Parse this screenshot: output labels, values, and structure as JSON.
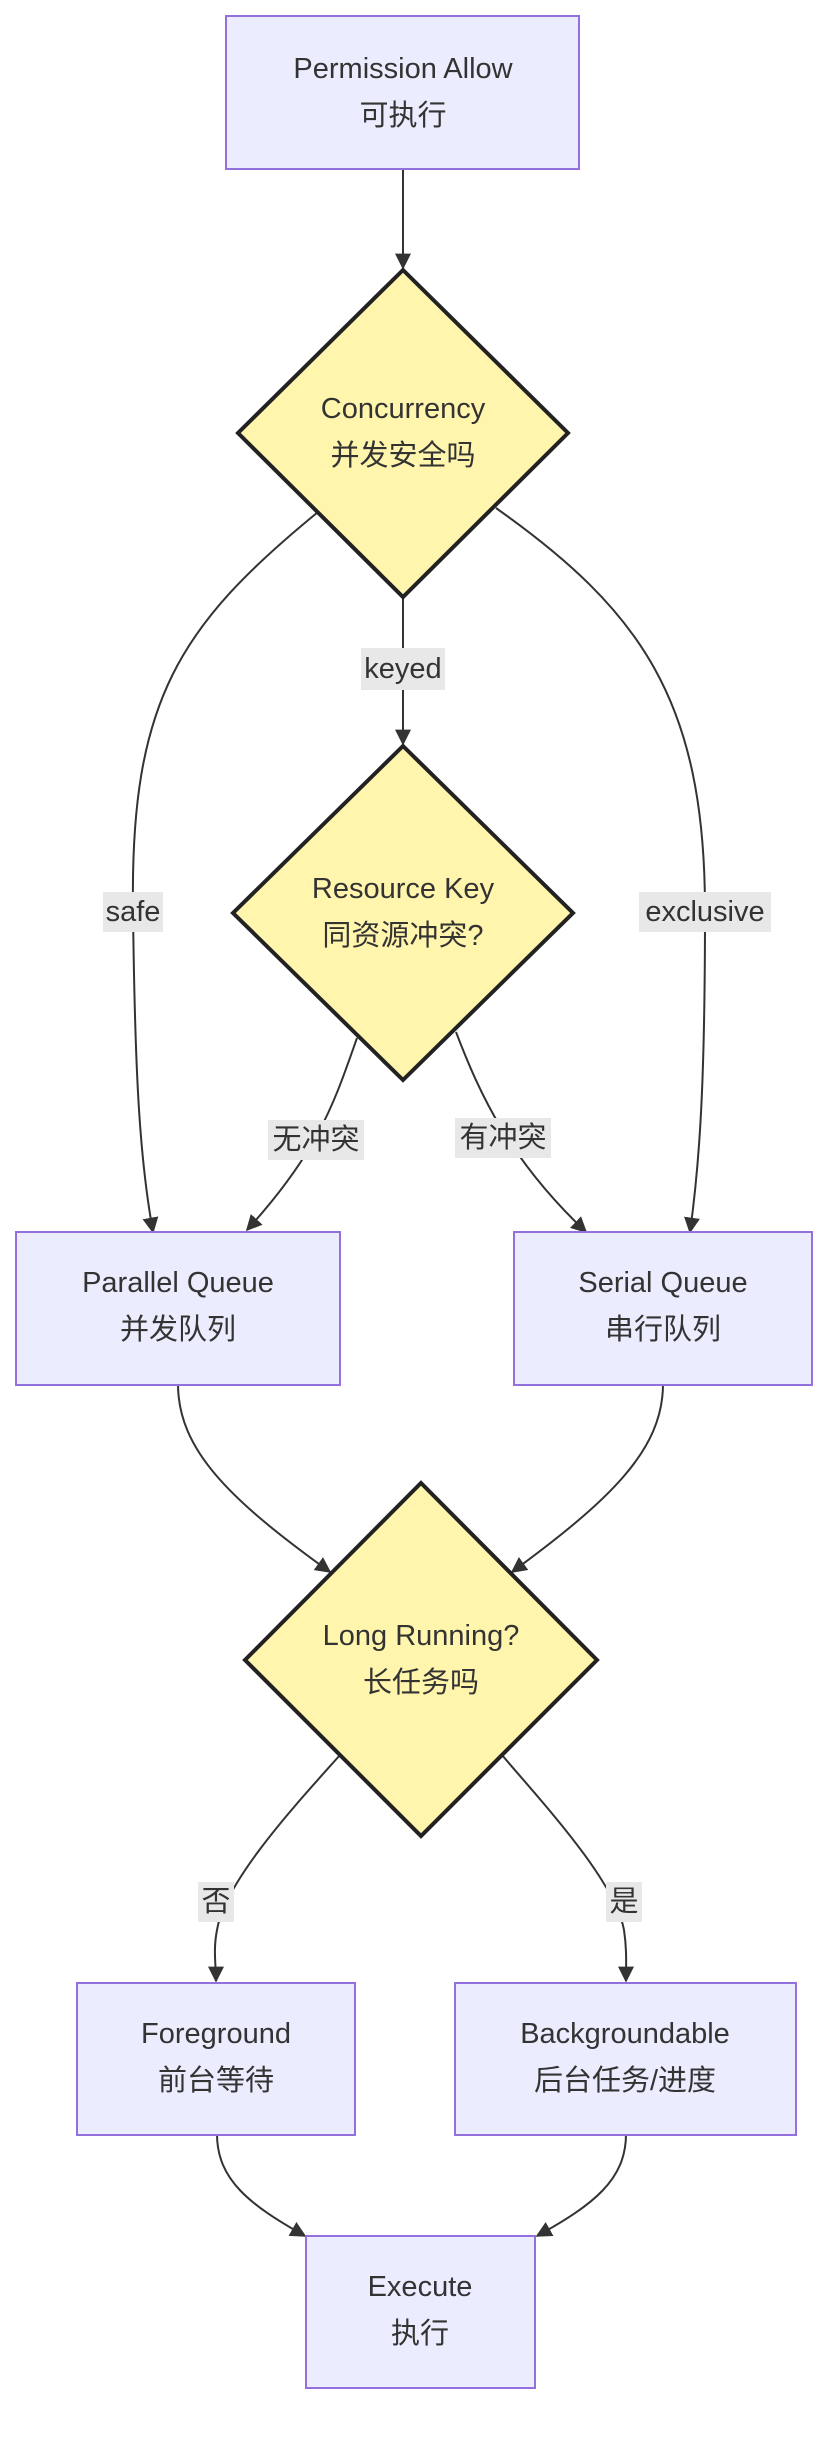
{
  "nodes": {
    "permission": {
      "line1": "Permission Allow",
      "line2": "可执行",
      "fill": "#ECECFF",
      "stroke": "#9370DB"
    },
    "concurrency": {
      "line1": "Concurrency",
      "line2": "并发安全吗",
      "fill": "#FFF5AD",
      "stroke": "#222222"
    },
    "resource_key": {
      "line1": "Resource Key",
      "line2": "同资源冲突?",
      "fill": "#FFF5AD",
      "stroke": "#222222"
    },
    "parallel_queue": {
      "line1": "Parallel Queue",
      "line2": "并发队列",
      "fill": "#ECECFF",
      "stroke": "#9370DB"
    },
    "serial_queue": {
      "line1": "Serial Queue",
      "line2": "串行队列",
      "fill": "#ECECFF",
      "stroke": "#9370DB"
    },
    "long_running": {
      "line1": "Long Running?",
      "line2": "长任务吗",
      "fill": "#FFF5AD",
      "stroke": "#222222"
    },
    "foreground": {
      "line1": "Foreground",
      "line2": "前台等待",
      "fill": "#ECECFF",
      "stroke": "#9370DB"
    },
    "backgroundable": {
      "line1": "Backgroundable",
      "line2": "后台任务/进度",
      "fill": "#ECECFF",
      "stroke": "#9370DB"
    },
    "execute": {
      "line1": "Execute",
      "line2": "执行",
      "fill": "#ECECFF",
      "stroke": "#9370DB"
    }
  },
  "edges": {
    "keyed": "keyed",
    "safe": "safe",
    "exclusive": "exclusive",
    "no_conflict": "无冲突",
    "conflict": "有冲突",
    "no": "否",
    "yes": "是"
  },
  "edge_color": "#333333",
  "label_background": "#E8E8E8"
}
